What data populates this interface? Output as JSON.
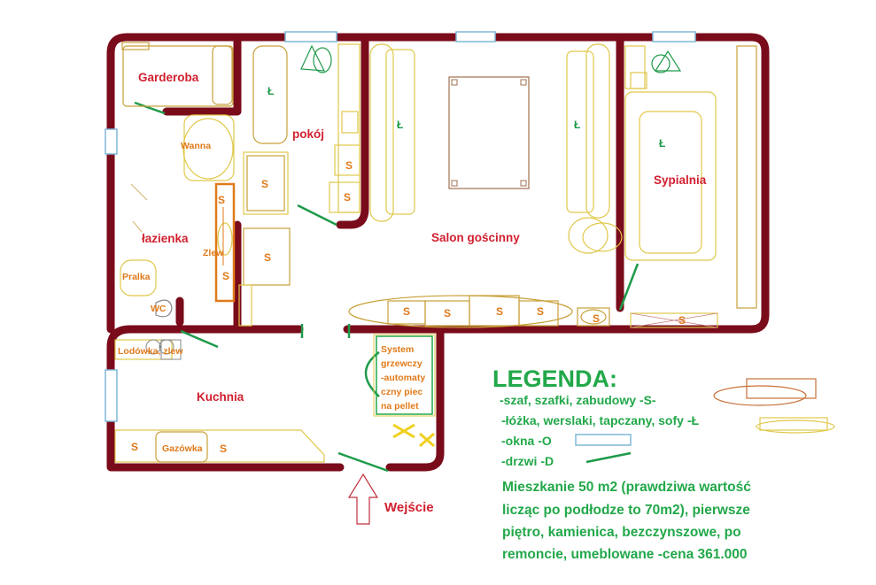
{
  "rooms": {
    "garderoba": "Garderoba",
    "pokoj": "pokój",
    "salon": "Salon gościnny",
    "sypialnia": "Sypialnia",
    "lazienka": "łazienka",
    "kuchnia": "Kuchnia"
  },
  "fixtures": {
    "wanna": "Wanna",
    "zlew": "Zlew",
    "pralka": "Pralka",
    "wc": "WC",
    "lodowka_zlew": "Lodówka, zlew",
    "gazowka": "Gazówka",
    "system_lines": [
      "System",
      "grzewczy",
      "-automaty",
      "czny piec",
      "na pellet"
    ]
  },
  "markers": {
    "s": "S",
    "l": "Ł"
  },
  "entrance": "Wejście",
  "legend": {
    "title": "LEGENDA:",
    "items": [
      "-szaf, szafki, zabudowy  -S-",
      "-łóżka, werslaki, tapczany, sofy -Ł",
      "-okna -O",
      "-drzwi -D"
    ]
  },
  "description": [
    "Mieszkanie 50 m2 (prawdziwa wartość",
    "licząc po podłodze to 70m2), pierwsze",
    "piętro, kamienica, bezczynszowe, po",
    "remoncie, umeblowane -cena 361.000"
  ],
  "colors": {
    "wall": "#7a0b1a",
    "furniture": "#e0c84a",
    "window": "#7fb8d8",
    "door": "#1f9a4a",
    "room_label": "#d1202f",
    "fixture_label": "#e07a1a",
    "legend_text": "#22a84a"
  }
}
